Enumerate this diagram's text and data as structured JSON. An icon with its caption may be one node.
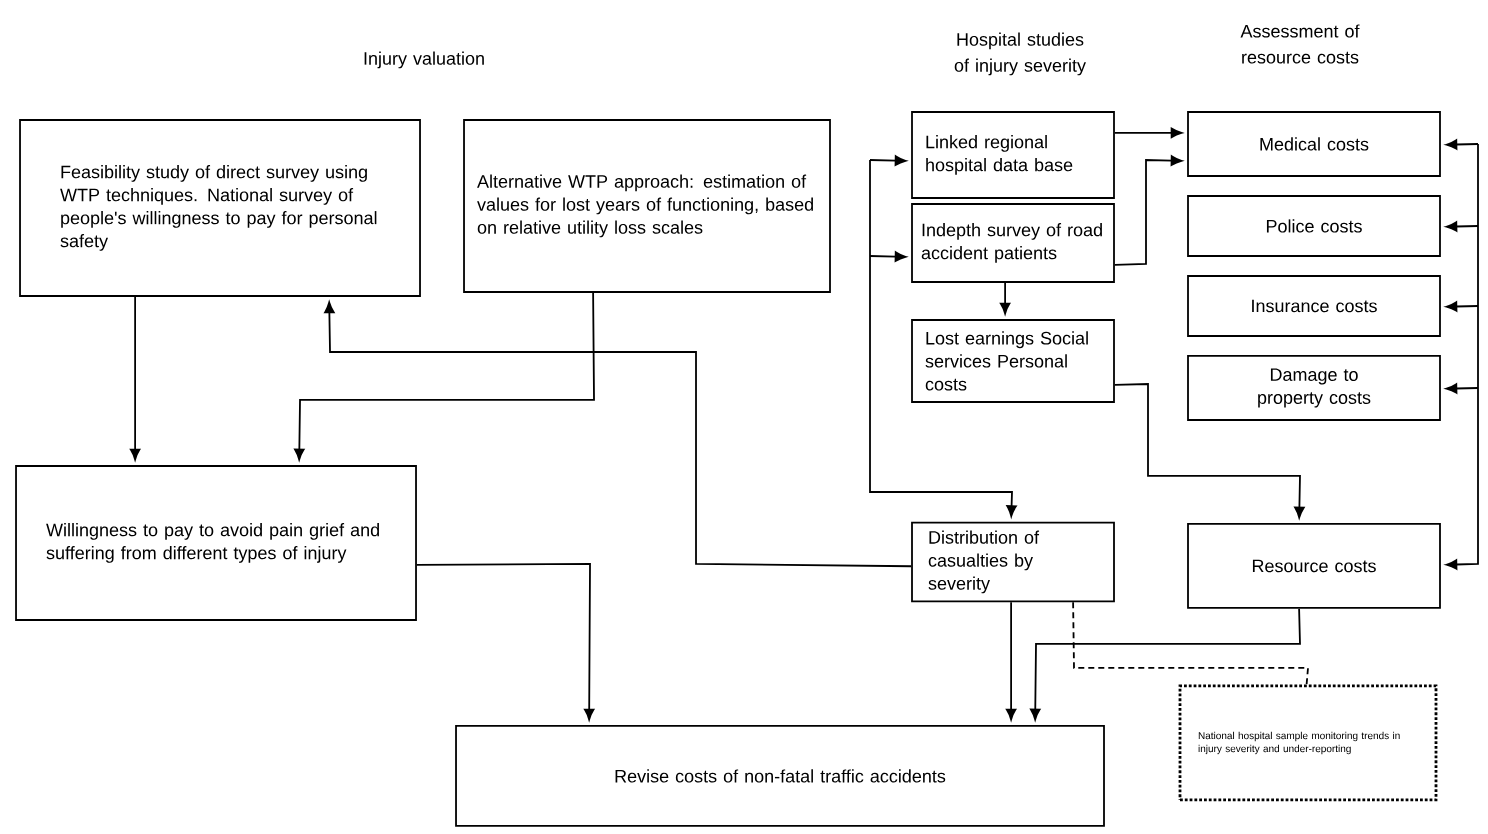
{
  "diagram": {
    "nodes": [
      {
        "text": [
          "Feasibility study of direct survey using WTP techniques. National survey of people's willingness to pay for personal safety"
        ]
      },
      {
        "text": [
          "Alternative WTP approach: estimation of values for lost years of functioning, based on relative utility loss scales"
        ]
      },
      {
        "text": [
          "Linked regional hospital data base"
        ]
      },
      {
        "text": [
          "Indepth survey of road accident patients"
        ]
      },
      {
        "text": [
          "Lost earnings Social services Personal costs"
        ]
      },
      {
        "text": [
          "Medical costs"
        ]
      },
      {
        "text": [
          "Police costs"
        ]
      },
      {
        "text": [
          "Insurance costs"
        ]
      },
      {
        "text": [
          "Damage to property costs"
        ]
      },
      {
        "text": [
          "Willingness to pay to avoid pain grief and suffering from different types of injury"
        ]
      },
      {
        "text": [
          "Distribution of casualties by severity"
        ]
      },
      {
        "text": [
          "Resource costs"
        ]
      },
      {
        "text": [
          "Revise costs of non-fatal traffic accidents"
        ]
      },
      {
        "text": [
          "National hospital sample monitoring trends in injury severity and under-reporting"
        ]
      }
    ],
    "edges": [
      {
        "from": 0,
        "to": 9,
        "arrow": "to"
      },
      {
        "from": 1,
        "to": 9,
        "arrow": "to"
      },
      {
        "from": 10,
        "to": 0,
        "arrow": "to"
      },
      {
        "from": 9,
        "to": 12,
        "arrow": "to"
      },
      {
        "from": 2,
        "to": 5,
        "arrow": "to"
      },
      {
        "from": 3,
        "to": 5,
        "arrow": "to"
      },
      {
        "from": 2,
        "to": 10,
        "arrow": "both"
      },
      {
        "from": 3,
        "to": 10,
        "arrow": "both"
      },
      {
        "from": 3,
        "to": 4,
        "arrow": "to"
      },
      {
        "from": 4,
        "to": 11,
        "arrow": "to"
      },
      {
        "from": 5,
        "to": 11,
        "arrow": "both"
      },
      {
        "from": 6,
        "to": 11,
        "arrow": "both"
      },
      {
        "from": 7,
        "to": 11,
        "arrow": "both"
      },
      {
        "from": 8,
        "to": 11,
        "arrow": "both"
      },
      {
        "from": 11,
        "to": 12,
        "arrow": "to"
      },
      {
        "from": 10,
        "to": 12,
        "arrow": "to"
      },
      {
        "from": 10,
        "to": 13,
        "arrow": "none",
        "style": "dashed"
      }
    ],
    "labels": [
      "Injury valuation",
      "Hospital studies of injury severity",
      "Assessment of resource costs"
    ]
  }
}
